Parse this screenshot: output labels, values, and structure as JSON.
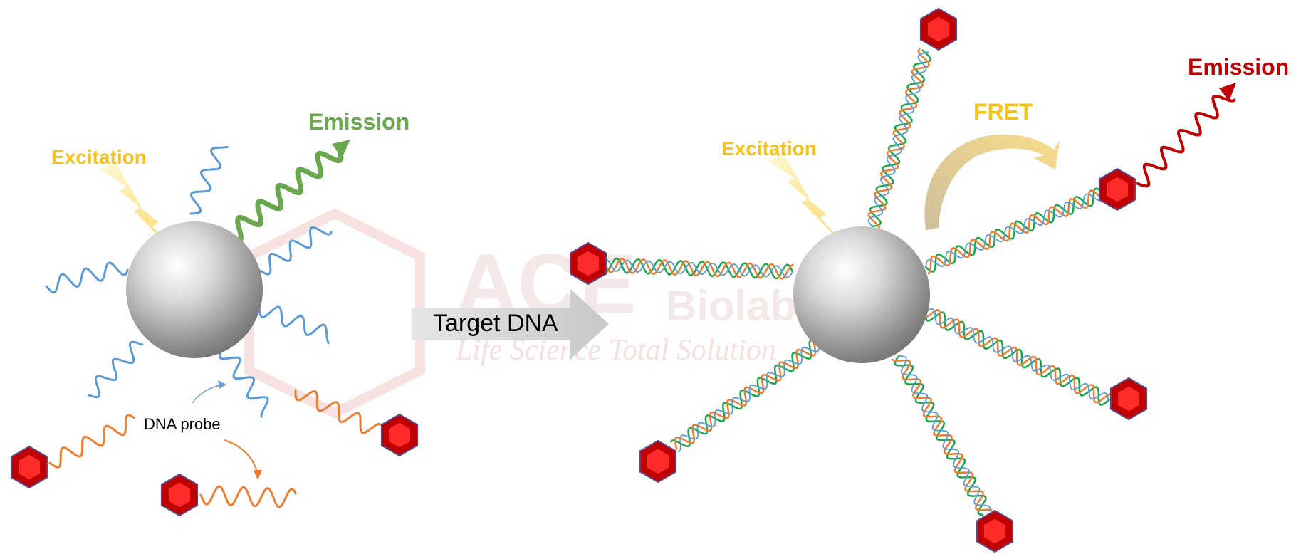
{
  "colors": {
    "probe": "#5b9bd5",
    "target": "#ed7d31",
    "duplex_green": "#1aa64a",
    "excitation": "#f5c21b",
    "emission_green": "#6aa84f",
    "emission_red": "#c00000",
    "quencher": "#d40000",
    "arrow_gray": "#dcdcdc",
    "fret_arc": "#d2c4a4",
    "watermark": "#f3d6d6"
  },
  "left_panel": {
    "excitation_label": "Excitation",
    "emission_label": "Emission",
    "probe_label": "DNA probe"
  },
  "center": {
    "arrow_label": "Target DNA"
  },
  "right_panel": {
    "excitation_label": "Excitation",
    "fret_label": "FRET",
    "emission_label": "Emission"
  },
  "watermark": {
    "brand": "ACE",
    "brand_sub": "Biolabs",
    "tagline": "Life Science Total Solution"
  },
  "icons": {
    "nanoparticle": "silver-sphere-icon",
    "quencher": "red-hexagon-icon",
    "excitation": "lightning-bolt-icon"
  }
}
